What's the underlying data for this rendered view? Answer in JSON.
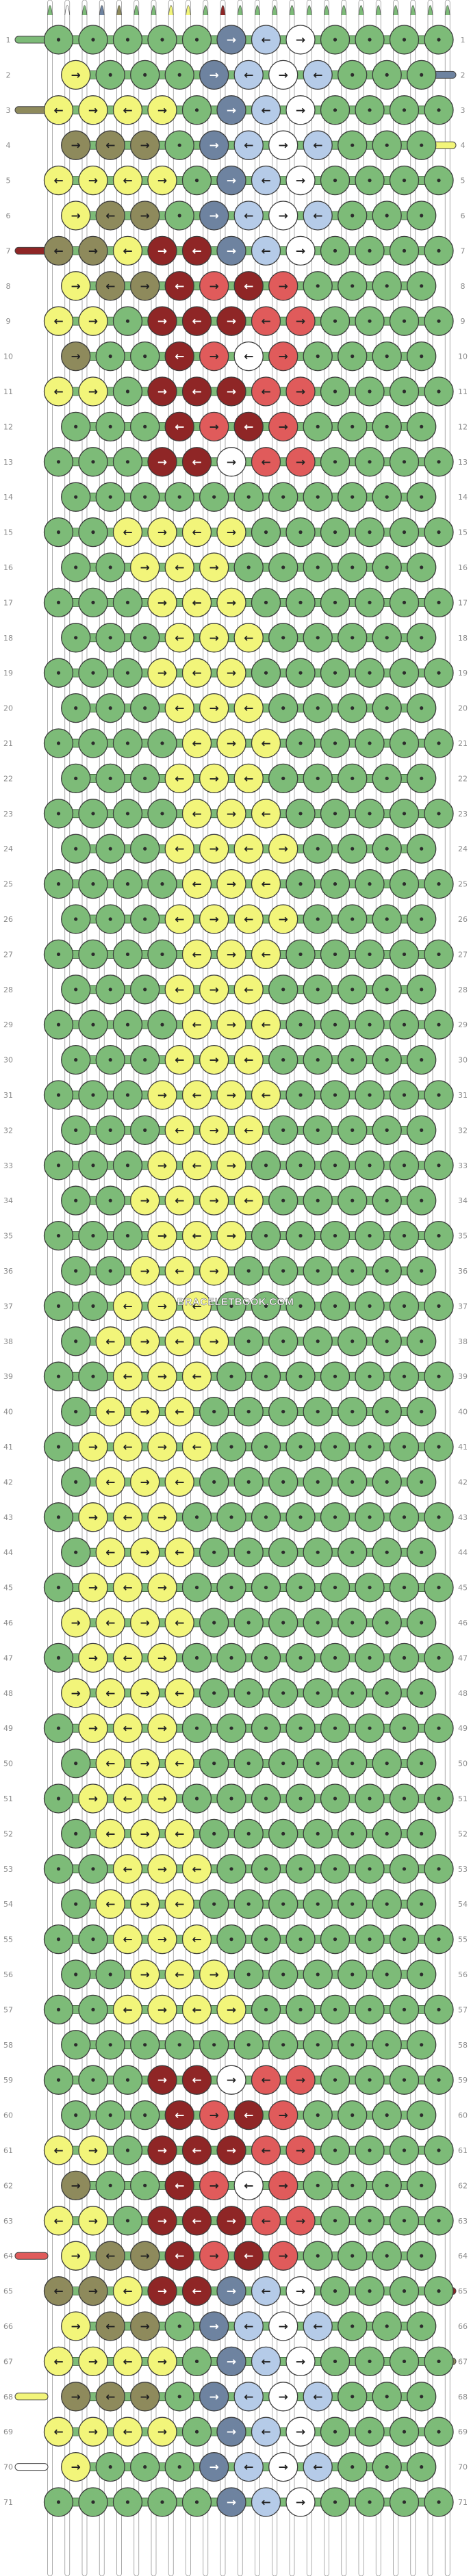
{
  "pattern": {
    "site": "BRACELETBOOK.COM",
    "rows": 71,
    "knots_per_row": [
      12,
      11
    ],
    "strings": 24,
    "colors": {
      "green": "#7dbb78",
      "yellow": "#f2f57a",
      "olive": "#8e8a5c",
      "dark_red": "#8f2626",
      "red": "#e05b5b",
      "slate": "#6e83a0",
      "light_blue": "#b5cbe8",
      "white": "#ffffff",
      "outline": "#3a3a3a"
    },
    "start_string_colors": [
      "green",
      "white",
      "green",
      "slate",
      "olive",
      "green",
      "green",
      "yellow",
      "yellow",
      "green",
      "dark_red",
      "green",
      "green",
      "green",
      "green",
      "green",
      "green",
      "green",
      "green",
      "green",
      "green",
      "green",
      "green",
      "green"
    ],
    "right_string_tails": [
      {
        "row": 2,
        "color": "slate"
      },
      {
        "row": 4,
        "color": "yellow"
      },
      {
        "row": 65,
        "color": "dark_red"
      },
      {
        "row": 67,
        "color": "olive"
      }
    ],
    "left_string_tails": [
      {
        "row": 1,
        "color": "green"
      },
      {
        "row": 3,
        "color": "olive"
      },
      {
        "row": 7,
        "color": "dark_red"
      },
      {
        "row": 64,
        "color": "red"
      },
      {
        "row": 68,
        "color": "yellow"
      },
      {
        "row": 70,
        "color": "white"
      }
    ],
    "motif_rows": {
      "top_motif": [
        1,
        14
      ],
      "bottom_motif": [
        58,
        71
      ],
      "yellow_band": [
        15,
        57
      ]
    },
    "row_labels": [
      "1",
      "2",
      "3",
      "4",
      "5",
      "6",
      "7",
      "8",
      "9",
      "10",
      "11",
      "12",
      "13",
      "14",
      "15",
      "16",
      "17",
      "18",
      "19",
      "20",
      "21",
      "22",
      "23",
      "24",
      "25",
      "26",
      "27",
      "28",
      "29",
      "30",
      "31",
      "32",
      "33",
      "34",
      "35",
      "36",
      "37",
      "38",
      "39",
      "40",
      "41",
      "42",
      "43",
      "44",
      "45",
      "46",
      "47",
      "48",
      "49",
      "50",
      "51",
      "52",
      "53",
      "54",
      "55",
      "56",
      "57",
      "58",
      "59",
      "60",
      "61",
      "62",
      "63",
      "64",
      "65",
      "66",
      "67",
      "68",
      "69",
      "70",
      "71"
    ]
  }
}
